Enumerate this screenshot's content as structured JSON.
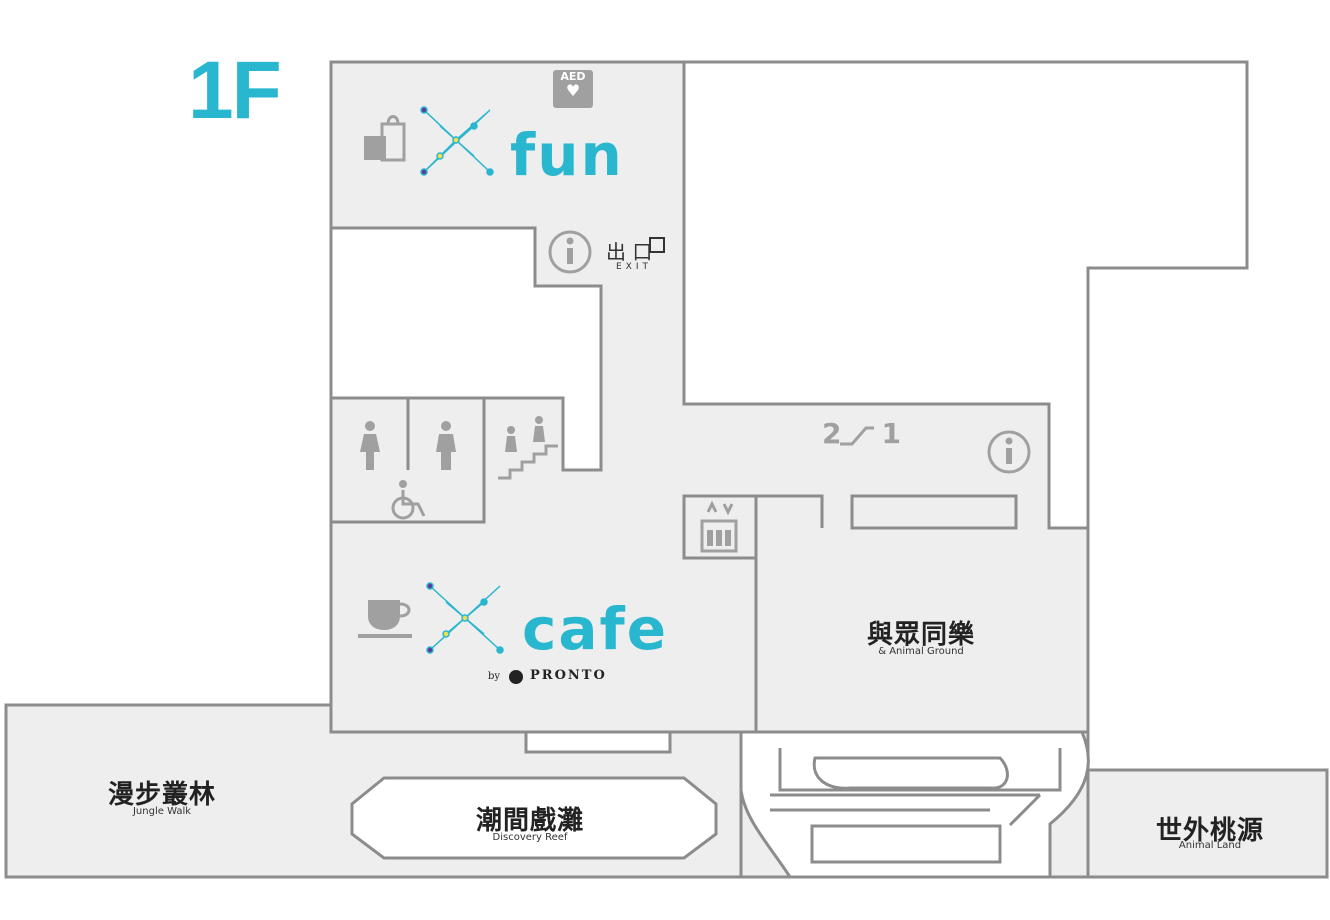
{
  "floor": {
    "label": "1F",
    "color": "#29b6cf"
  },
  "brand_color": "#29b6cf",
  "areas": {
    "xfun": {
      "name": "fun"
    },
    "xcafe": {
      "name": "cafe",
      "by": "by",
      "partner": "PRONTO"
    },
    "animal_ground": {
      "zh": "與眾同樂",
      "en": "& Animal Ground"
    },
    "jungle_walk": {
      "zh": "漫步叢林",
      "en": "Jungle Walk"
    },
    "discovery_reef": {
      "zh": "潮間戲灘",
      "en": "Discovery Reef"
    },
    "animal_land": {
      "zh": "世外桃源",
      "en": "Animal Land"
    }
  },
  "signs": {
    "aed": "AED",
    "exit_zh": "出 口",
    "exit_en": "EXIT",
    "escalator": "2",
    "escalator_to": "1",
    "info": "i"
  },
  "icons": [
    "shopping-bag-icon",
    "aed-icon",
    "info-icon",
    "exit-icon",
    "female-restroom-icon",
    "male-restroom-icon",
    "accessible-restroom-icon",
    "stairs-icon",
    "escalator-icon",
    "elevator-icon",
    "coffee-cup-icon",
    "pronto-logo-icon",
    "x-logo-icon"
  ]
}
